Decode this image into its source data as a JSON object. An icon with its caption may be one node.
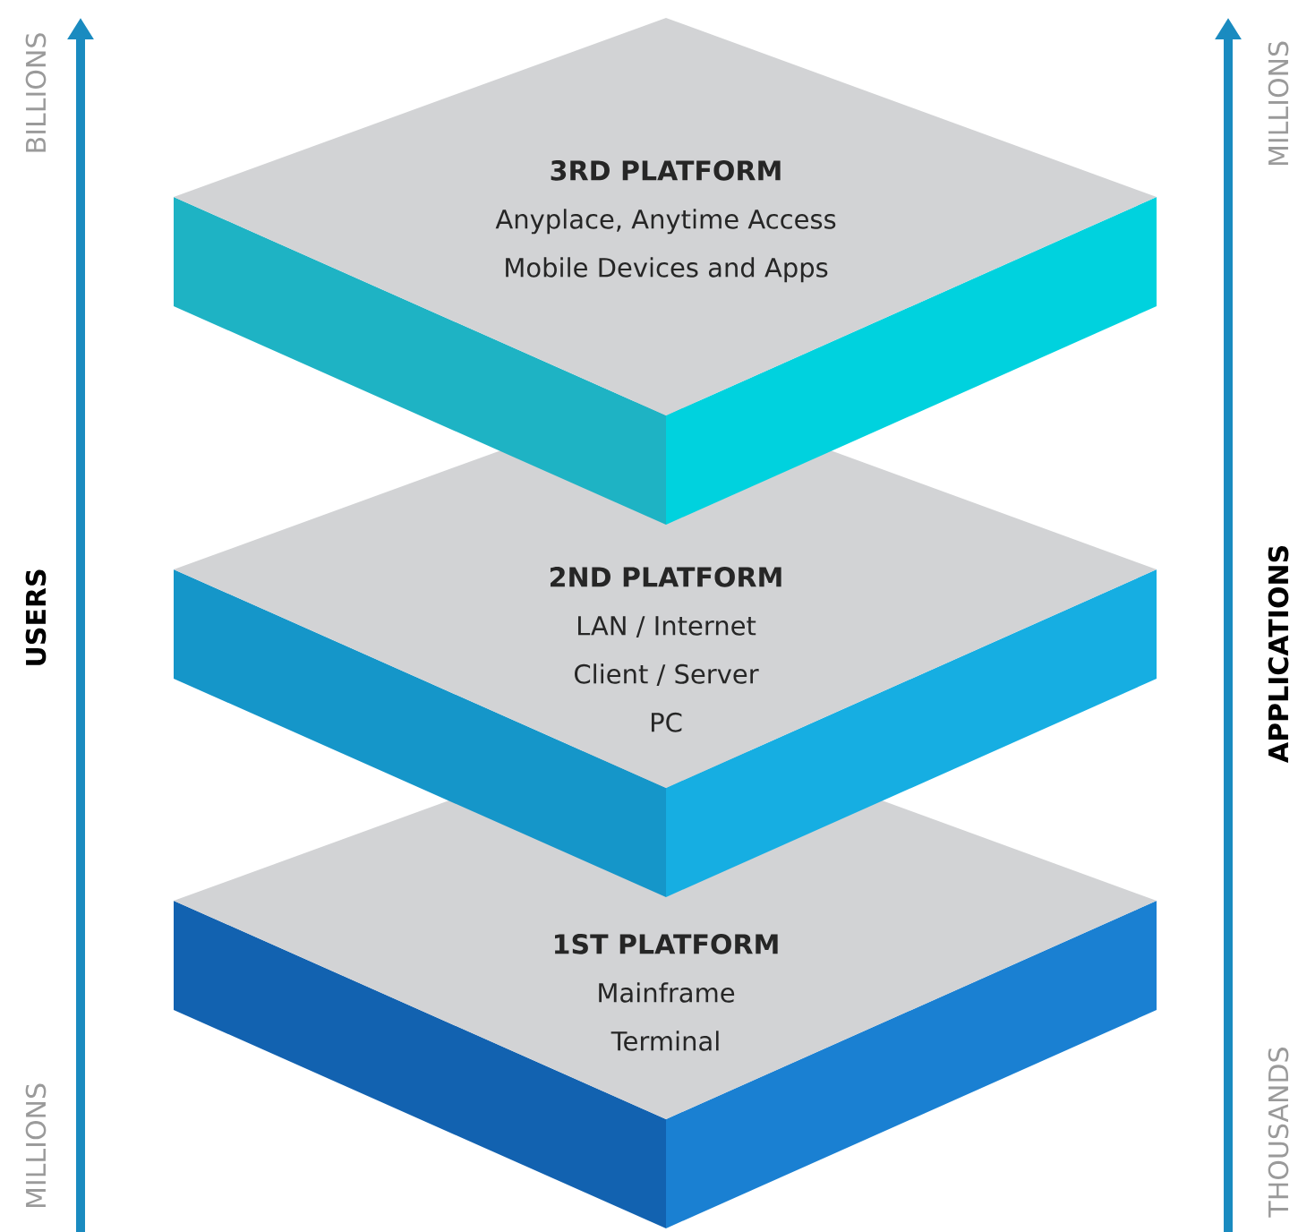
{
  "diagram": {
    "nodes": [
      {
        "text": [
          "3RD PLATFORM",
          "Anyplace, Anytime Access",
          "Mobile Devices and Apps"
        ]
      },
      {
        "text": [
          "2ND PLATFORM",
          "LAN / Internet",
          "Client / Server",
          "PC"
        ]
      },
      {
        "text": [
          "1ST PLATFORM",
          "Mainframe",
          "Terminal"
        ]
      }
    ],
    "labels": [
      "BILLIONS",
      "MILLIONS",
      "USERS",
      "APPLICATIONS",
      "MILLIONS",
      "THOUSANDS"
    ]
  }
}
